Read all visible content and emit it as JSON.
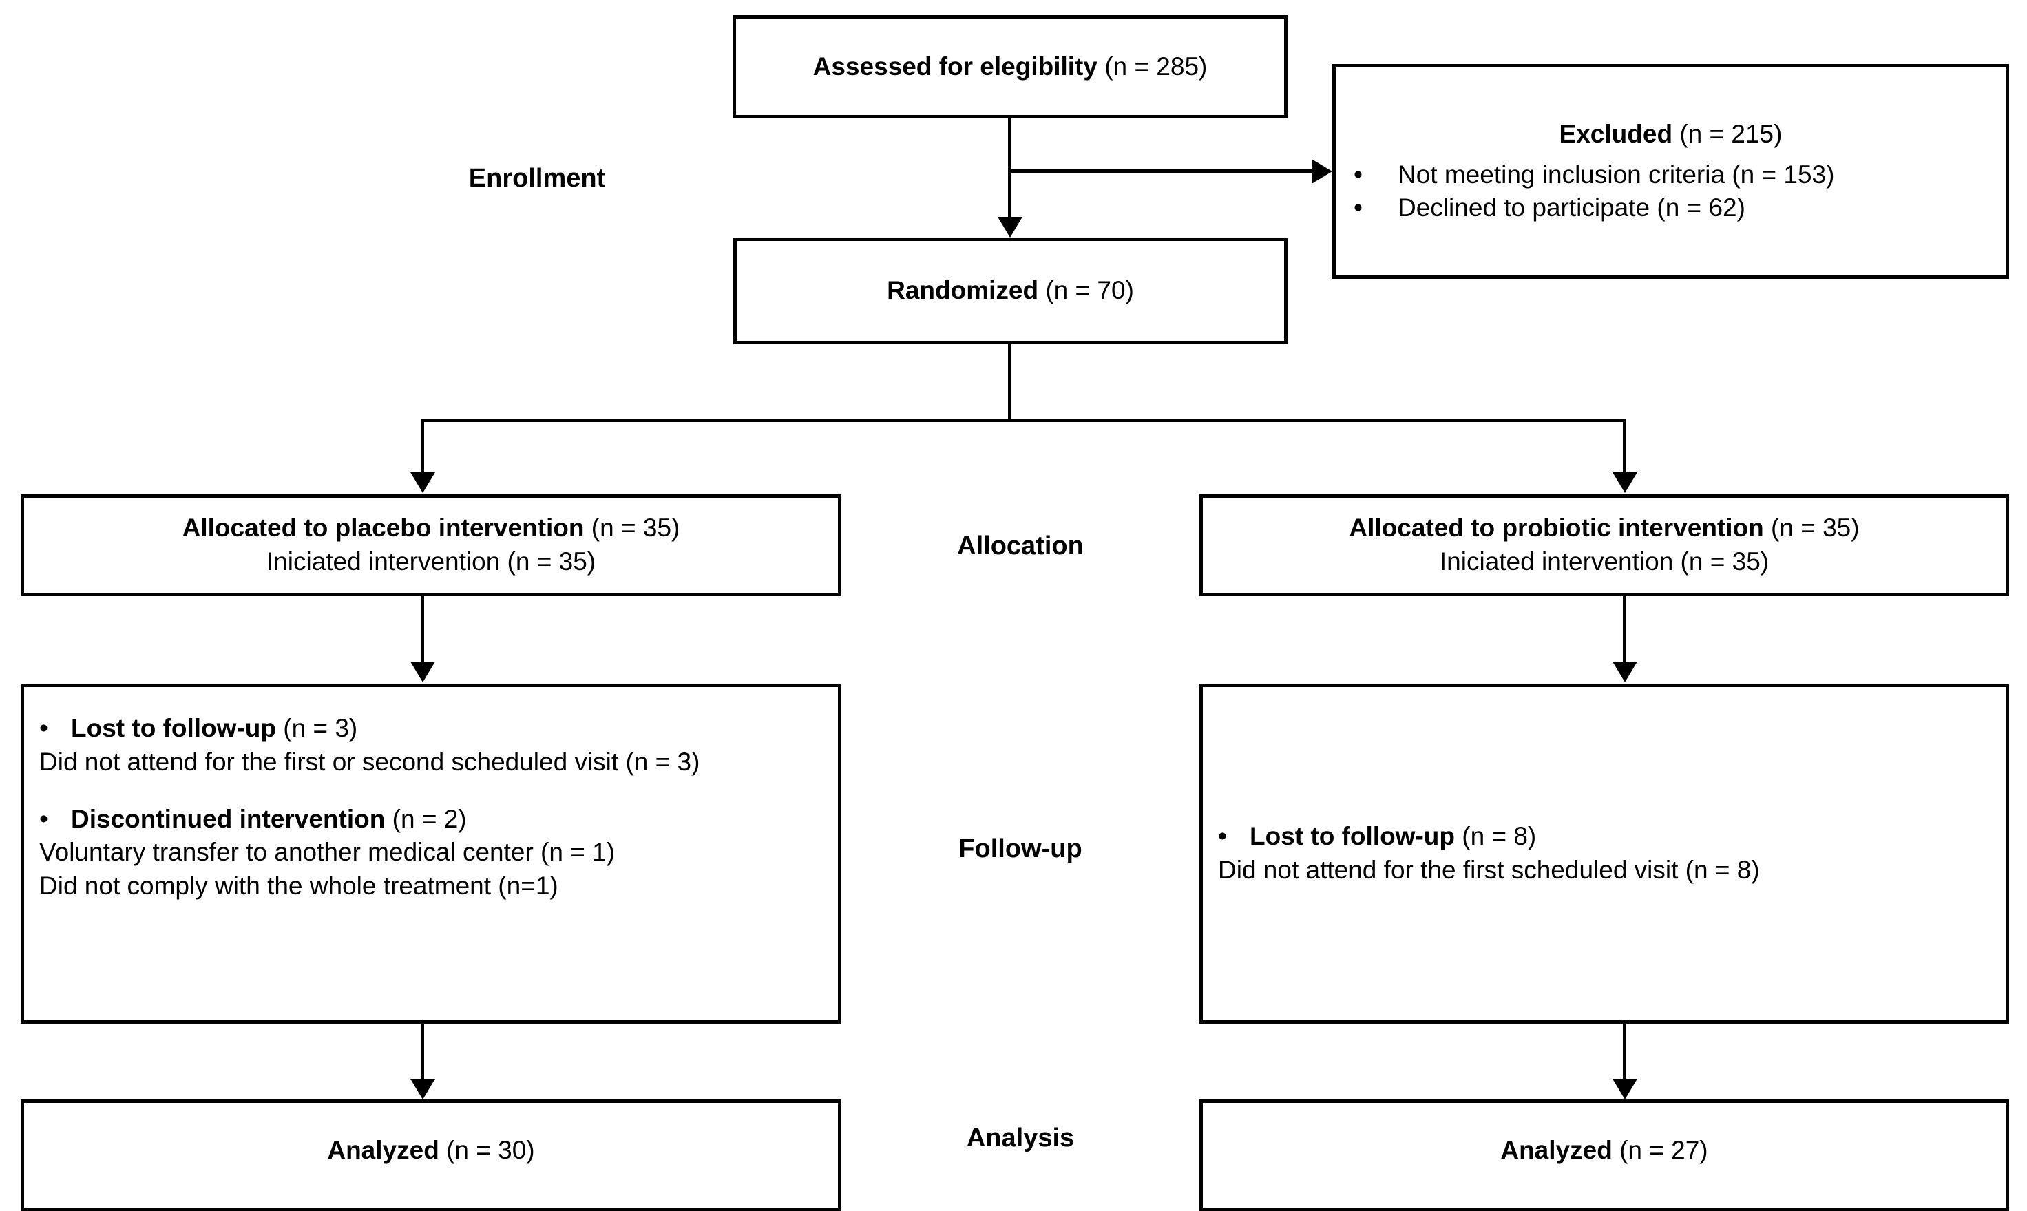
{
  "diagram": {
    "type": "consort-flow-diagram",
    "stages": [
      {
        "id": "enrollment",
        "label": "Enrollment"
      },
      {
        "id": "allocation",
        "label": "Allocation"
      },
      {
        "id": "follow-up",
        "label": "Follow-up"
      },
      {
        "id": "analysis",
        "label": "Analysis"
      }
    ],
    "enrollment": {
      "assessed": {
        "bold": "Assessed for elegibility",
        "count": "(n = 285)"
      },
      "excluded": {
        "bold": "Excluded",
        "count": "(n = 215)",
        "reasons": [
          {
            "bullet": "•",
            "text": "Not meeting inclusion criteria (n = 153)"
          },
          {
            "bullet": "•",
            "text": "Declined to participate (n = 62)"
          }
        ]
      },
      "randomized": {
        "bold": "Randomized",
        "count": "(n = 70)"
      }
    },
    "allocation": {
      "left": {
        "bold": "Allocated to placebo intervention",
        "count": "(n = 35)",
        "second_line": "Iniciated intervention (n = 35)"
      },
      "right": {
        "bold": "Allocated to probiotic intervention",
        "count": "(n = 35)",
        "second_line": "Iniciated intervention (n = 35)"
      }
    },
    "follow_up": {
      "left": {
        "groups": [
          {
            "bullet": "•",
            "bold": "Lost to follow-up",
            "count": "(n = 3)",
            "details": "Did not attend for the first or second scheduled visit (n = 3)"
          },
          {
            "bullet": "•",
            "bold": "Discontinued intervention",
            "count": "(n = 2)",
            "details_lines": [
              "Voluntary transfer to another medical center (n = 1)",
              "Did not comply with the whole treatment (n=1)"
            ]
          }
        ]
      },
      "right": {
        "groups": [
          {
            "bullet": "•",
            "bold": "Lost to follow-up",
            "count": "(n = 8)",
            "details": "Did not attend for the first scheduled visit (n = 8)"
          }
        ]
      }
    },
    "analysis": {
      "left": {
        "bold": "Analyzed",
        "count": "(n = 30)"
      },
      "right": {
        "bold": "Analyzed",
        "count": "(n = 27)"
      }
    },
    "colors": {
      "stroke": "#000000",
      "background": "#ffffff",
      "text": "#000000"
    }
  }
}
